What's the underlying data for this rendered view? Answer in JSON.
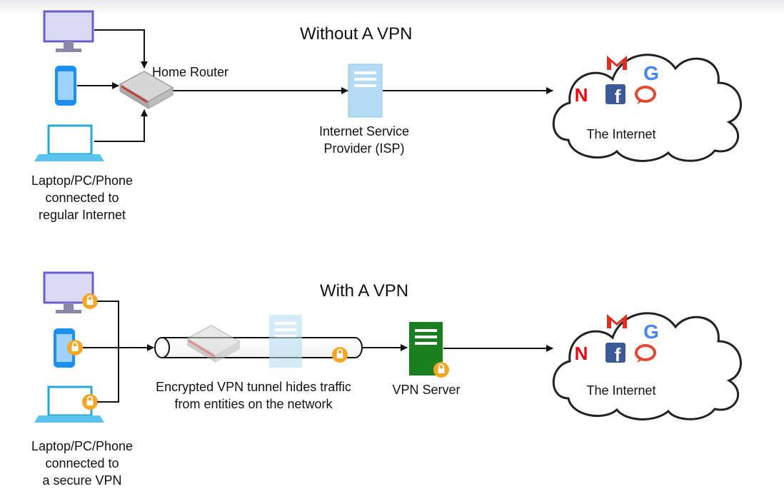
{
  "without_vpn": {
    "title": "Without A VPN",
    "router_label": "Home Router",
    "isp_label": [
      "Internet Service",
      "Provider (ISP)"
    ],
    "internet_label": "The Internet",
    "devices_label": [
      "Laptop/PC/Phone",
      "connected to",
      "regular Internet"
    ]
  },
  "with_vpn": {
    "title": "With A VPN",
    "tunnel_label": [
      "Encrypted VPN tunnel hides traffic",
      "from entities on the network"
    ],
    "vpn_server_label": "VPN Server",
    "internet_label": "The Internet",
    "devices_label": [
      "Laptop/PC/Phone",
      "connected to",
      "a secure VPN"
    ]
  },
  "cloud_services": [
    "gmail-icon",
    "google-icon",
    "netflix-icon",
    "facebook-icon",
    "messenger-icon"
  ],
  "colors": {
    "monitor": "#dcd9f7",
    "monitor_stroke": "#6a5fcf",
    "phone": "#1d8ff0",
    "laptop": "#5bc4ea",
    "isp": "#b4dbf3",
    "vpn_server": "#1a7f1f",
    "lock": "#f5a623",
    "netflix": "#e50914",
    "facebook": "#3b5998",
    "gmail": "#d93025"
  }
}
